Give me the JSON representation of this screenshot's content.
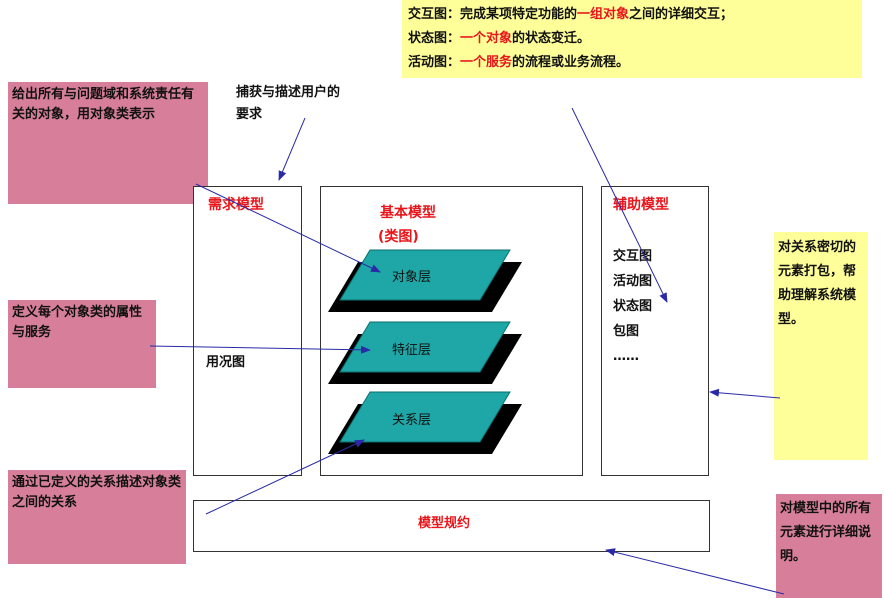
{
  "top_note": {
    "line1_pre": "交互图：完成某项特定功能的",
    "line1_red": "一组对象",
    "line1_post": "之间的详细交互；",
    "line2_pre": "状态图：",
    "line2_red": "一个对象",
    "line2_post": "的状态变迁。",
    "line3_pre": "活动图：",
    "line3_red": "一个服务",
    "line3_post": "的流程或业务流程。"
  },
  "capture_note": {
    "line1": "捕获与描述用户的",
    "line2": "要求"
  },
  "left_notes": {
    "note1": "给出所有与问题域和系统责任有关的对象，用对象类表示",
    "note2": "定义每个对象类的属性与服务",
    "note3": "通过已定义的关系描述对象类之间的关系"
  },
  "right_notes": {
    "note1": "对关系密切的元素打包，帮助理解系统模型。",
    "note2": "对模型中的所有元素进行详细说明。"
  },
  "requirement_model": {
    "title": "需求模型",
    "item": "用况图"
  },
  "basic_model": {
    "title_line1": "基本模型",
    "title_line2": "(类图)",
    "layers": [
      "对象层",
      "特征层",
      "关系层"
    ]
  },
  "auxiliary_model": {
    "title": "辅助模型",
    "items": [
      "交互图",
      "活动图",
      "状态图",
      "包图",
      "……"
    ]
  },
  "spec_model": {
    "title": "模型规约"
  },
  "colors": {
    "pink": "#d77f9a",
    "yellow": "#ffff99",
    "red": "#e8161b",
    "teal": "#1fa6a6",
    "arrow": "#2a2aa8"
  }
}
